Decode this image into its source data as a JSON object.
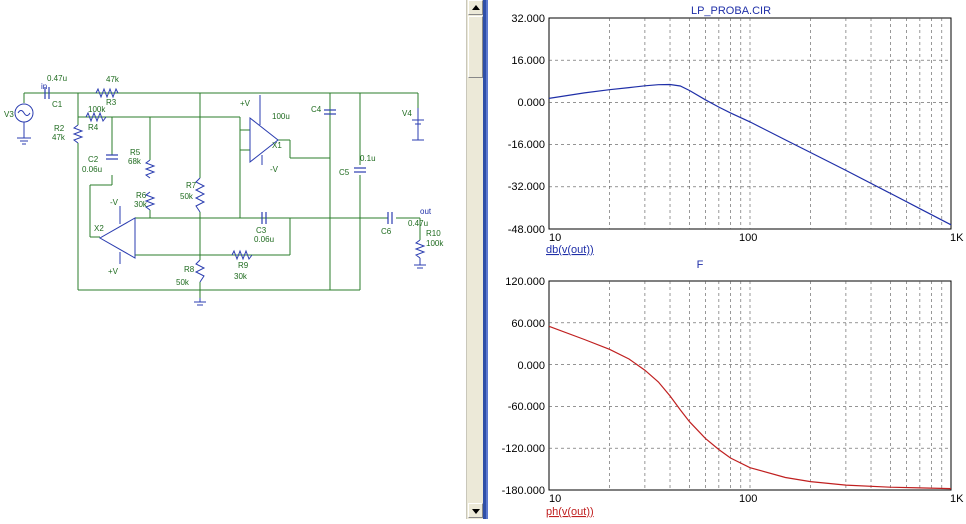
{
  "schematic": {
    "components": {
      "V3": "V3",
      "C1": "C1",
      "C1_val": "0.47u",
      "in": "in",
      "R3": "R3",
      "R3_val": "47k",
      "R2": "R2",
      "R2_val": "47k",
      "R4": "R4",
      "R4_val": "100k",
      "C2": "C2",
      "C2_val": "0.06u",
      "R5": "R5",
      "R5_val": "68k",
      "R6": "R6",
      "R6_val": "30k",
      "R7": "R7",
      "R7_val": "50k",
      "X1": "X1",
      "X1_val": "100u",
      "X2": "X2",
      "C3": "C3",
      "C3_val": "0.06u",
      "C4": "C4",
      "C5": "C5",
      "C5_val": "0.1u",
      "V4": "V4",
      "C6": "C6",
      "C6_val": "0.47u",
      "out": "out",
      "R10": "R10",
      "R10_val": "100k",
      "R8": "R8",
      "R8_val": "50k",
      "R9": "R9",
      "R9_val": "30k",
      "plusV": "+V",
      "minusV": "-V"
    }
  },
  "plots": {
    "top": {
      "title": "LP_PROBA.CIR",
      "trace_label": "db(v(out))",
      "y_ticks": [
        "32.000",
        "16.000",
        "0.000",
        "-16.000",
        "-32.000",
        "-48.000"
      ],
      "x_ticks": [
        "10",
        "100",
        "1K"
      ],
      "color": "#1f2fa8"
    },
    "bottom": {
      "title": "F",
      "trace_label": "ph(v(out))",
      "y_ticks": [
        "120.000",
        "60.000",
        "0.000",
        "-60.000",
        "-120.000",
        "-180.000"
      ],
      "x_ticks": [
        "10",
        "100",
        "1K"
      ],
      "color": "#c02020"
    }
  },
  "chart_data": [
    {
      "type": "line",
      "title": "LP_PROBA.CIR",
      "xlabel": "db(v(out))",
      "ylabel": "",
      "xscale": "log",
      "xlim": [
        10,
        1000
      ],
      "ylim": [
        -48,
        32
      ],
      "grid": true,
      "series": [
        {
          "x": [
            10,
            15,
            20,
            25,
            30,
            35,
            40,
            45,
            50,
            60,
            70,
            80,
            100,
            150,
            200,
            300,
            500,
            700,
            1000
          ],
          "y": [
            1.5,
            3.6,
            4.8,
            5.6,
            6.3,
            6.7,
            6.8,
            6.2,
            4.5,
            1.0,
            -1.8,
            -4.0,
            -7.4,
            -14.2,
            -19.0,
            -25.8,
            -34.5,
            -40.3,
            -46.4
          ]
        }
      ]
    },
    {
      "type": "line",
      "title": "F",
      "xlabel": "ph(v(out))",
      "ylabel": "",
      "xscale": "log",
      "xlim": [
        10,
        1000
      ],
      "ylim": [
        -180,
        120
      ],
      "grid": true,
      "series": [
        {
          "x": [
            10,
            15,
            20,
            25,
            30,
            35,
            40,
            45,
            50,
            60,
            70,
            80,
            100,
            150,
            200,
            300,
            500,
            700,
            1000
          ],
          "y": [
            55,
            36,
            22,
            8,
            -8,
            -25,
            -45,
            -65,
            -82,
            -106,
            -122,
            -134,
            -148,
            -162,
            -168,
            -173,
            -176,
            -177,
            -178
          ]
        }
      ]
    }
  ]
}
